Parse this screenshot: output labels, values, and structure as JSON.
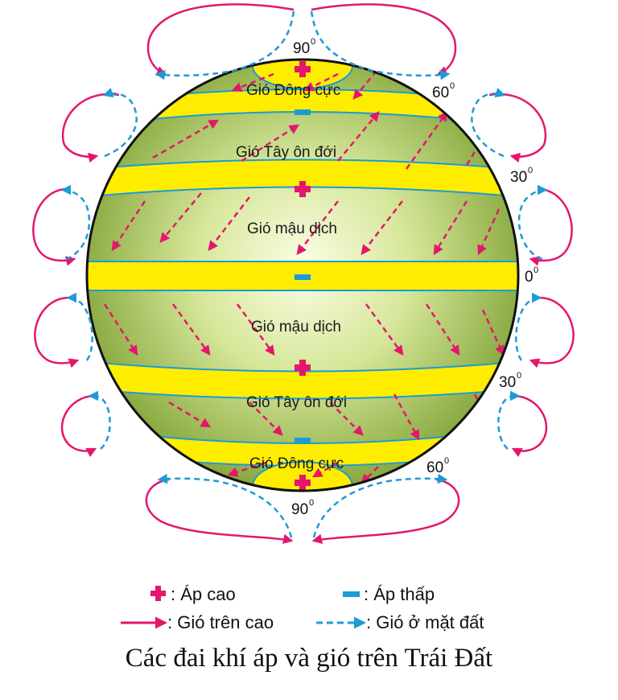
{
  "zones": {
    "polar_east_north": "Gió Đông cực",
    "westerlies_north": "Gió Tây ôn đới",
    "trade_north": "Gió mậu dịch",
    "trade_south": "Gió mậu dịch",
    "westerlies_south": "Gió Tây ôn đới",
    "polar_east_south": "Gió Đông cực"
  },
  "latitudes": {
    "north_pole": "90",
    "north_60": "60",
    "north_30": "30",
    "equator": "0",
    "south_30": "30",
    "south_60": "60",
    "south_pole": "90",
    "degree_mark": "0"
  },
  "legend": {
    "high_pressure": ": Áp cao",
    "low_pressure": ": Áp thấp",
    "upper_wind": ": Gió trên cao",
    "surface_wind": ": Gió ở mặt đất"
  },
  "caption": "Các đai khí áp và gió trên Trái Đất",
  "colors": {
    "globe_center": "#fbfde6",
    "globe_edge": "#7fa235",
    "belt": "#ffed00",
    "belt_edge": "#1e9ad6",
    "high": "#e4166e",
    "low": "#1e9ad6",
    "upper_wind": "#e4166e",
    "surface_wind": "#1e9ad6"
  }
}
